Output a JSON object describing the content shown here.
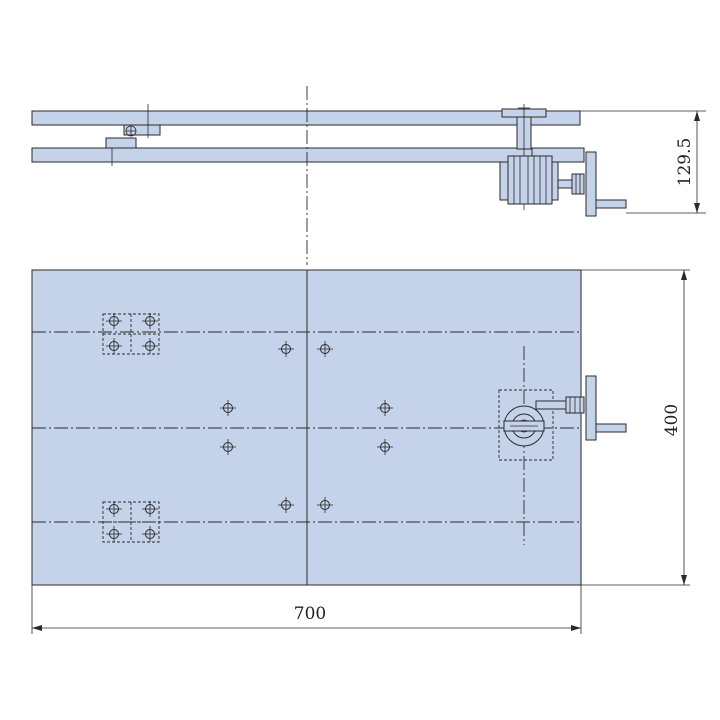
{
  "colors": {
    "plate_fill": "#c5d3ea",
    "line": "#2a2a2a",
    "background": "#ffffff"
  },
  "dimensions": {
    "width": "700",
    "height": "400",
    "side_height": "129.5"
  }
}
